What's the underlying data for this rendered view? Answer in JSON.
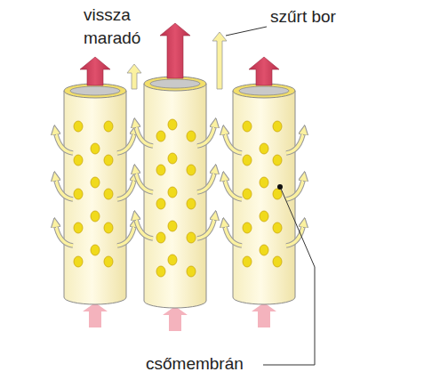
{
  "diagram": {
    "labels": [
      "vissza maradó",
      "szűrt bor",
      "csőmembrán"
    ]
  }
}
